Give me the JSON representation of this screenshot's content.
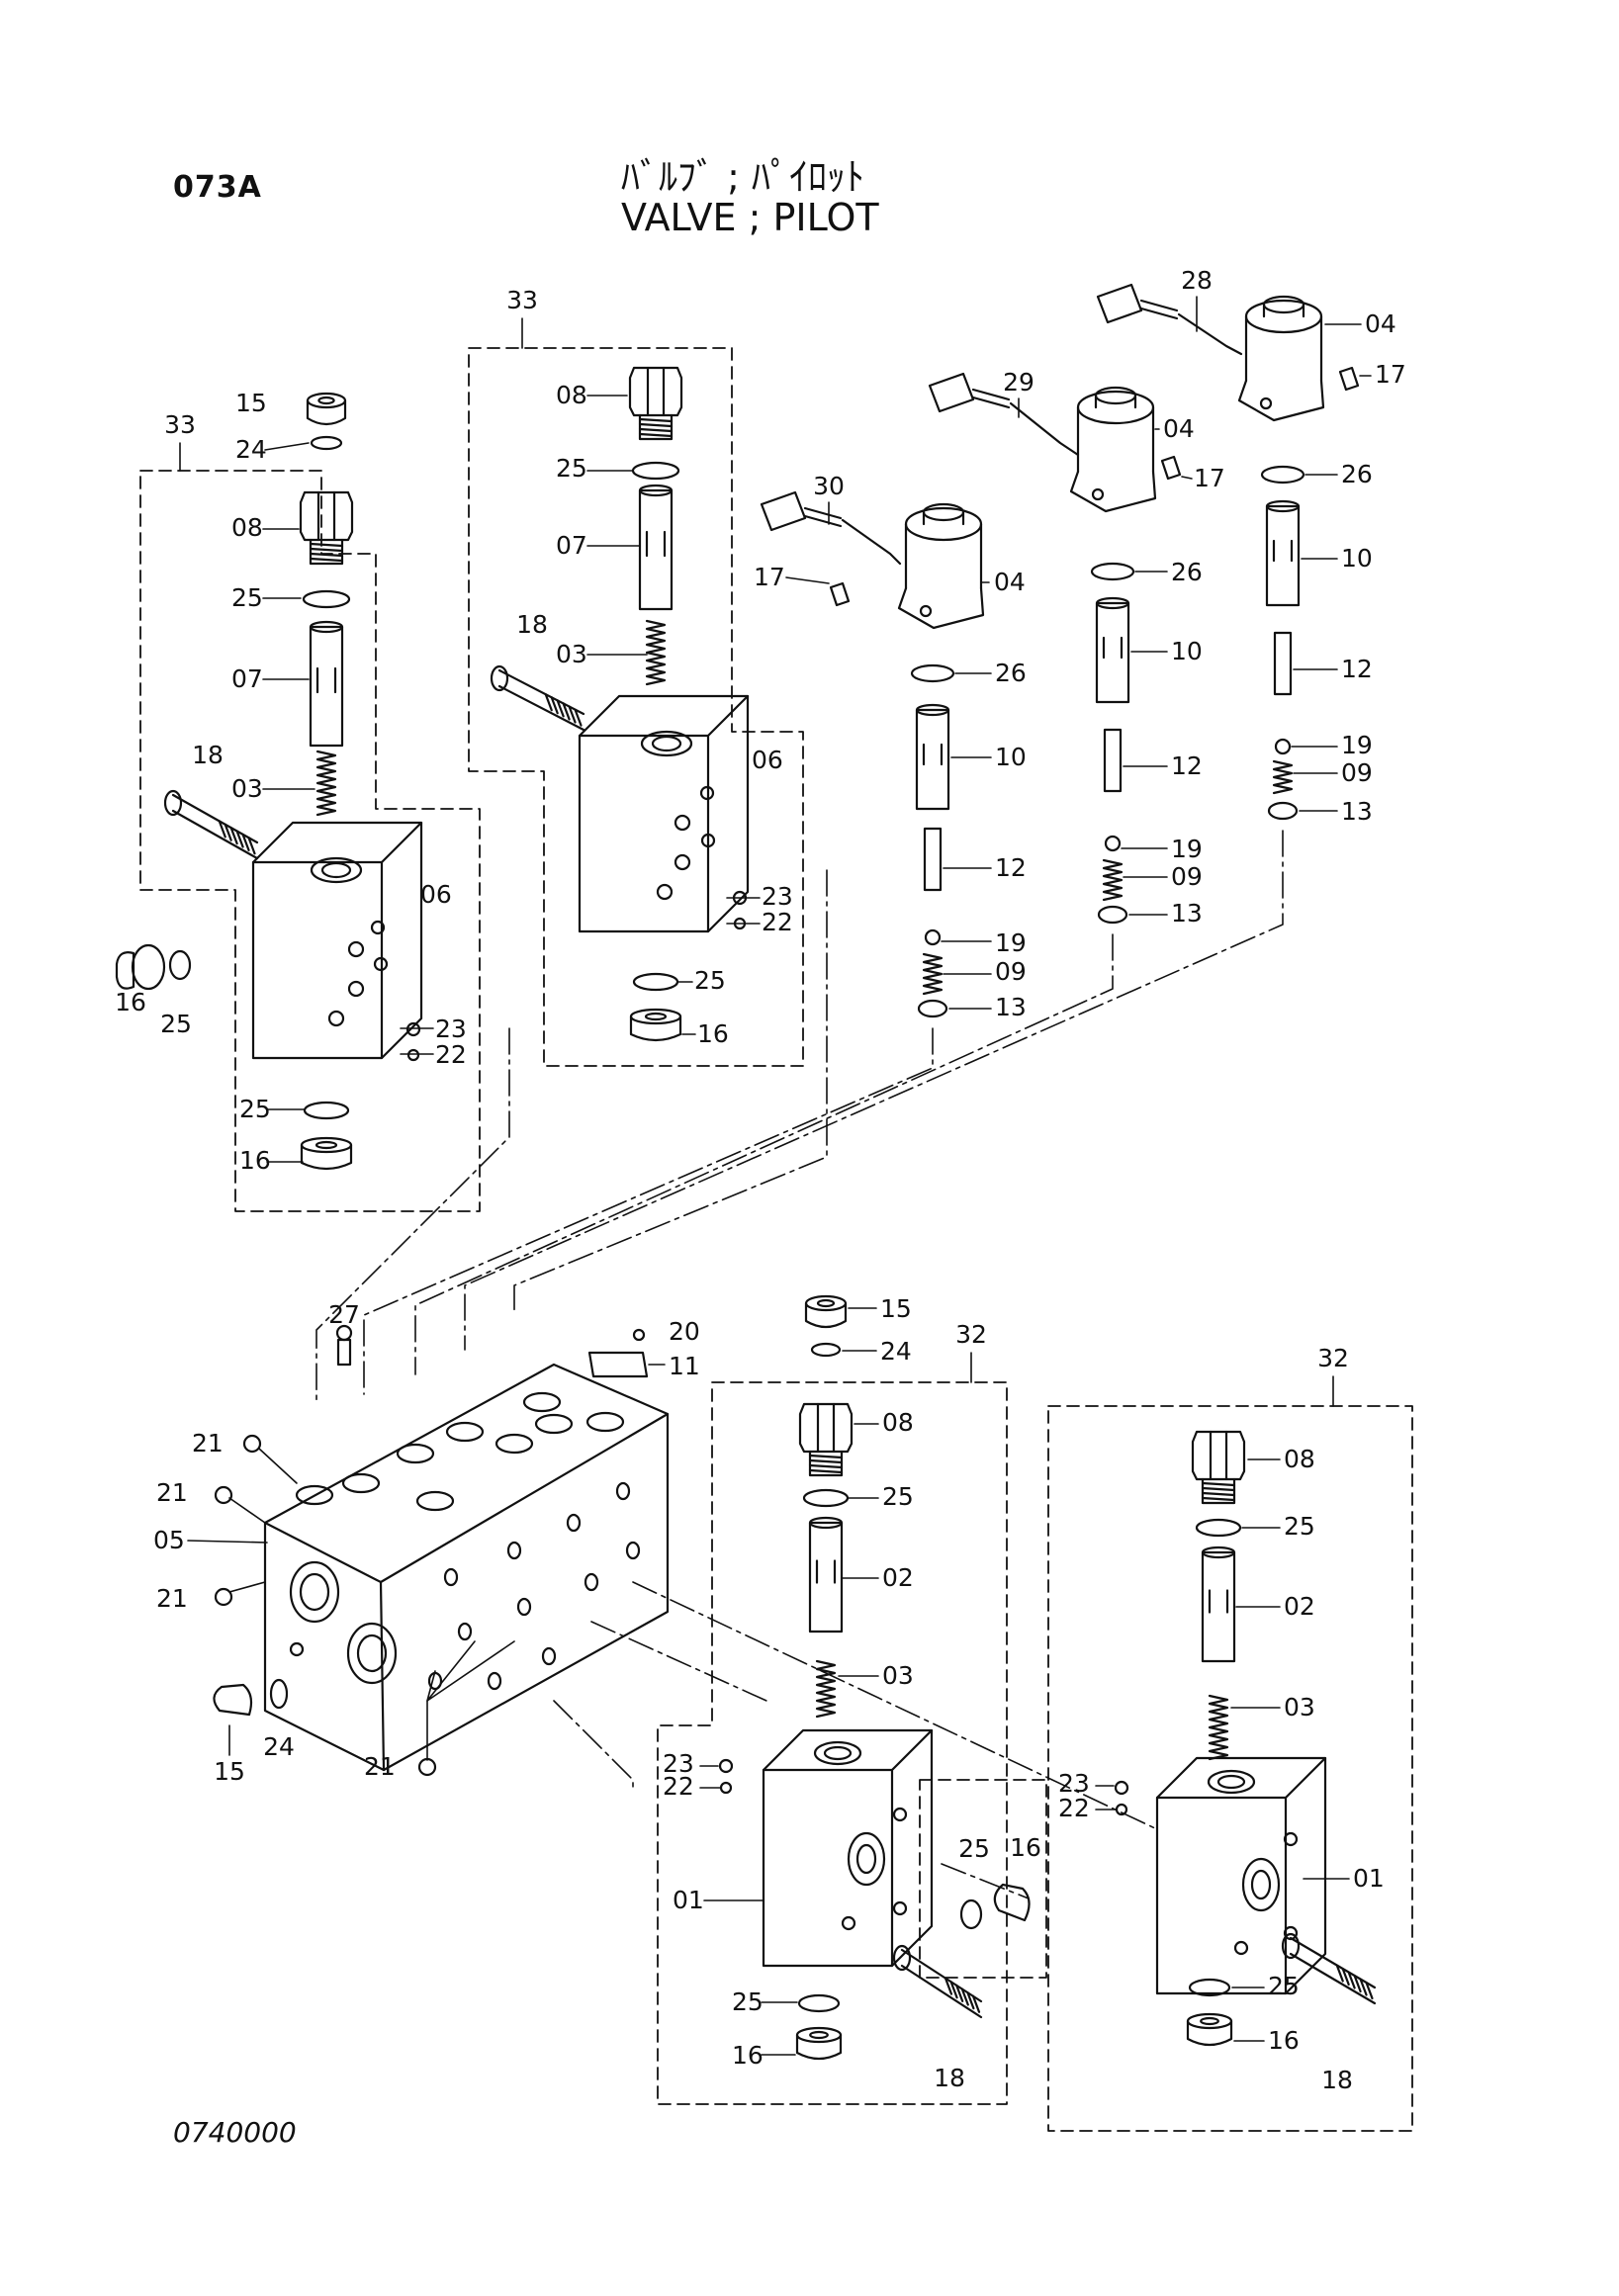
{
  "page": {
    "code": "073A",
    "title_jp": "ﾊﾞﾙﾌﾞ ; ﾊﾟｲﾛｯﾄ",
    "title_en": "VALVE ; PILOT",
    "drawing_no": "0740000"
  },
  "callouts": [
    {
      "id": "c33a",
      "text": "33"
    },
    {
      "id": "c15a",
      "text": "15"
    },
    {
      "id": "c24a",
      "text": "24"
    },
    {
      "id": "c08a",
      "text": "08"
    },
    {
      "id": "c25a",
      "text": "25"
    },
    {
      "id": "c07a",
      "text": "07"
    },
    {
      "id": "c18a",
      "text": "18"
    },
    {
      "id": "c03a",
      "text": "03"
    },
    {
      "id": "c06a",
      "text": "06"
    },
    {
      "id": "c16a",
      "text": "16"
    },
    {
      "id": "c25b",
      "text": "25"
    },
    {
      "id": "c23a",
      "text": "23"
    },
    {
      "id": "c22a",
      "text": "22"
    },
    {
      "id": "c25c",
      "text": "25"
    },
    {
      "id": "c16b",
      "text": "16"
    },
    {
      "id": "c33b",
      "text": "33"
    },
    {
      "id": "c08b",
      "text": "08"
    },
    {
      "id": "c25d",
      "text": "25"
    },
    {
      "id": "c07b",
      "text": "07"
    },
    {
      "id": "c18b",
      "text": "18"
    },
    {
      "id": "c03b",
      "text": "03"
    },
    {
      "id": "c06b",
      "text": "06"
    },
    {
      "id": "c23b",
      "text": "23"
    },
    {
      "id": "c22b",
      "text": "22"
    },
    {
      "id": "c25e",
      "text": "25"
    },
    {
      "id": "c16c",
      "text": "16"
    },
    {
      "id": "c30",
      "text": "30"
    },
    {
      "id": "c17a",
      "text": "17"
    },
    {
      "id": "c04a",
      "text": "04"
    },
    {
      "id": "c26a",
      "text": "26"
    },
    {
      "id": "c10a",
      "text": "10"
    },
    {
      "id": "c12a",
      "text": "12"
    },
    {
      "id": "c19a",
      "text": "19"
    },
    {
      "id": "c09a",
      "text": "09"
    },
    {
      "id": "c13a",
      "text": "13"
    },
    {
      "id": "c29",
      "text": "29"
    },
    {
      "id": "c04b",
      "text": "04"
    },
    {
      "id": "c17b",
      "text": "17"
    },
    {
      "id": "c26b",
      "text": "26"
    },
    {
      "id": "c10b",
      "text": "10"
    },
    {
      "id": "c12b",
      "text": "12"
    },
    {
      "id": "c19b",
      "text": "19"
    },
    {
      "id": "c09b",
      "text": "09"
    },
    {
      "id": "c13b",
      "text": "13"
    },
    {
      "id": "c28",
      "text": "28"
    },
    {
      "id": "c04c",
      "text": "04"
    },
    {
      "id": "c17c",
      "text": "17"
    },
    {
      "id": "c26c",
      "text": "26"
    },
    {
      "id": "c10c",
      "text": "10"
    },
    {
      "id": "c12c",
      "text": "12"
    },
    {
      "id": "c19c",
      "text": "19"
    },
    {
      "id": "c09c",
      "text": "09"
    },
    {
      "id": "c13c",
      "text": "13"
    },
    {
      "id": "c27",
      "text": "27"
    },
    {
      "id": "c20",
      "text": "20"
    },
    {
      "id": "c11",
      "text": "11"
    },
    {
      "id": "c21a",
      "text": "21"
    },
    {
      "id": "c21b",
      "text": "21"
    },
    {
      "id": "c05",
      "text": "05"
    },
    {
      "id": "c21c",
      "text": "21"
    },
    {
      "id": "c15b",
      "text": "15"
    },
    {
      "id": "c24b",
      "text": "24"
    },
    {
      "id": "c21d",
      "text": "21"
    },
    {
      "id": "c15c",
      "text": "15"
    },
    {
      "id": "c24c",
      "text": "24"
    },
    {
      "id": "c32a",
      "text": "32"
    },
    {
      "id": "c08c",
      "text": "08"
    },
    {
      "id": "c25f",
      "text": "25"
    },
    {
      "id": "c02a",
      "text": "02"
    },
    {
      "id": "c03c",
      "text": "03"
    },
    {
      "id": "c23c",
      "text": "23"
    },
    {
      "id": "c22c",
      "text": "22"
    },
    {
      "id": "c01a",
      "text": "01"
    },
    {
      "id": "c25g",
      "text": "25"
    },
    {
      "id": "c16d",
      "text": "16"
    },
    {
      "id": "c25h",
      "text": "25"
    },
    {
      "id": "c16e",
      "text": "16"
    },
    {
      "id": "c18c",
      "text": "18"
    },
    {
      "id": "c32b",
      "text": "32"
    },
    {
      "id": "c08d",
      "text": "08"
    },
    {
      "id": "c25i",
      "text": "25"
    },
    {
      "id": "c02b",
      "text": "02"
    },
    {
      "id": "c03d",
      "text": "03"
    },
    {
      "id": "c23d",
      "text": "23"
    },
    {
      "id": "c22d",
      "text": "22"
    },
    {
      "id": "c01b",
      "text": "01"
    },
    {
      "id": "c25j",
      "text": "25"
    },
    {
      "id": "c16f",
      "text": "16"
    },
    {
      "id": "c18d",
      "text": "18"
    }
  ]
}
